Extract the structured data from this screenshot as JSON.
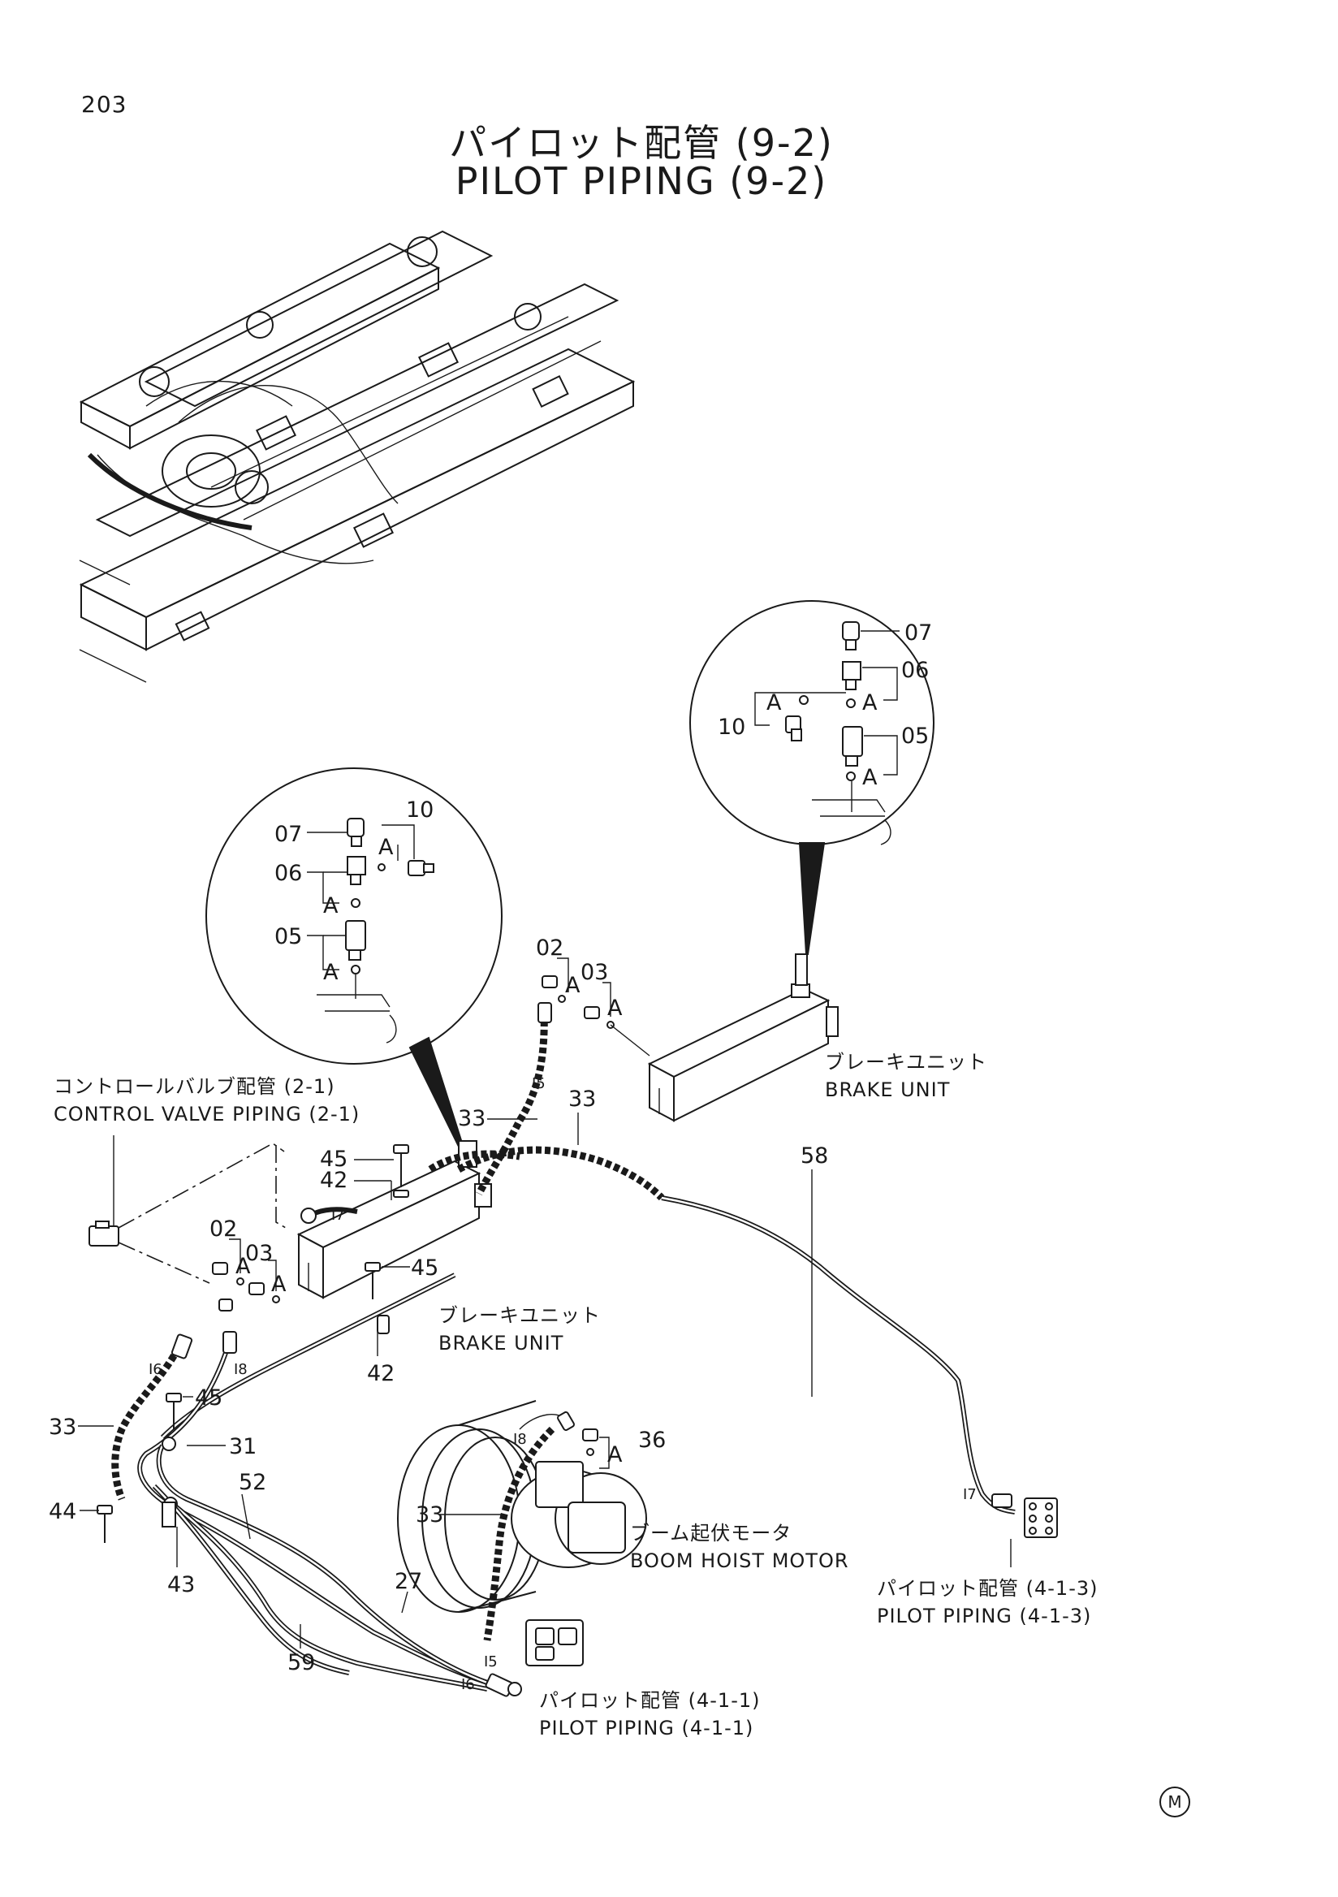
{
  "page_number": "203",
  "title_jp": "パイロット配管 (9-2)",
  "title_en": "PILOT PIPING (9-2)",
  "callouts": {
    "detail_right": {
      "p07": "07",
      "p06": "06",
      "p05": "05",
      "p10": "10",
      "a1": "A",
      "a2": "A",
      "a3": "A"
    },
    "detail_left": {
      "p07": "07",
      "p06": "06",
      "p05": "05",
      "p10": "10",
      "a1": "A",
      "a2": "A",
      "a3": "A"
    },
    "main": {
      "p02_upper": "02",
      "p03_upper": "03",
      "a_upper1": "A",
      "a_upper2": "A",
      "p33_a": "33",
      "p33_b": "33",
      "p58": "58",
      "p45_a": "45",
      "p42_a": "42",
      "p02_lower": "02",
      "p03_lower": "03",
      "a_lower1": "A",
      "a_lower2": "A",
      "p45_b": "45",
      "p42_b": "42",
      "p33_c": "33",
      "p45_c": "45",
      "p31": "31",
      "p44": "44",
      "p52": "52",
      "p43": "43",
      "p36": "36",
      "a_36": "A",
      "p33_d": "33",
      "p27": "27",
      "p59": "59"
    },
    "hose_tags": {
      "i5_upper": "I5",
      "i7_left": "I7",
      "i6_left": "I6",
      "i8_left": "I8",
      "i8_motor": "I8",
      "i7_right": "I7",
      "i5_lower": "I5",
      "i6_lower": "I6"
    }
  },
  "labels": {
    "brake_unit_upper_jp": "ブレーキユニット",
    "brake_unit_upper_en": "BRAKE UNIT",
    "control_valve_jp": "コントロールバルブ配管 (2-1)",
    "control_valve_en": "CONTROL VALVE PIPING (2-1)",
    "brake_unit_lower_jp": "ブレーキユニット",
    "brake_unit_lower_en": "BRAKE UNIT",
    "boom_motor_jp": "ブーム起伏モータ",
    "boom_motor_en": "BOOM HOIST MOTOR",
    "pilot_413_jp": "パイロット配管 (4-1-3)",
    "pilot_413_en": "PILOT PIPING (4-1-3)",
    "pilot_411_jp": "パイロット配管 (4-1-1)",
    "pilot_411_en": "PILOT PIPING (4-1-1)"
  },
  "footer_mark": "M"
}
